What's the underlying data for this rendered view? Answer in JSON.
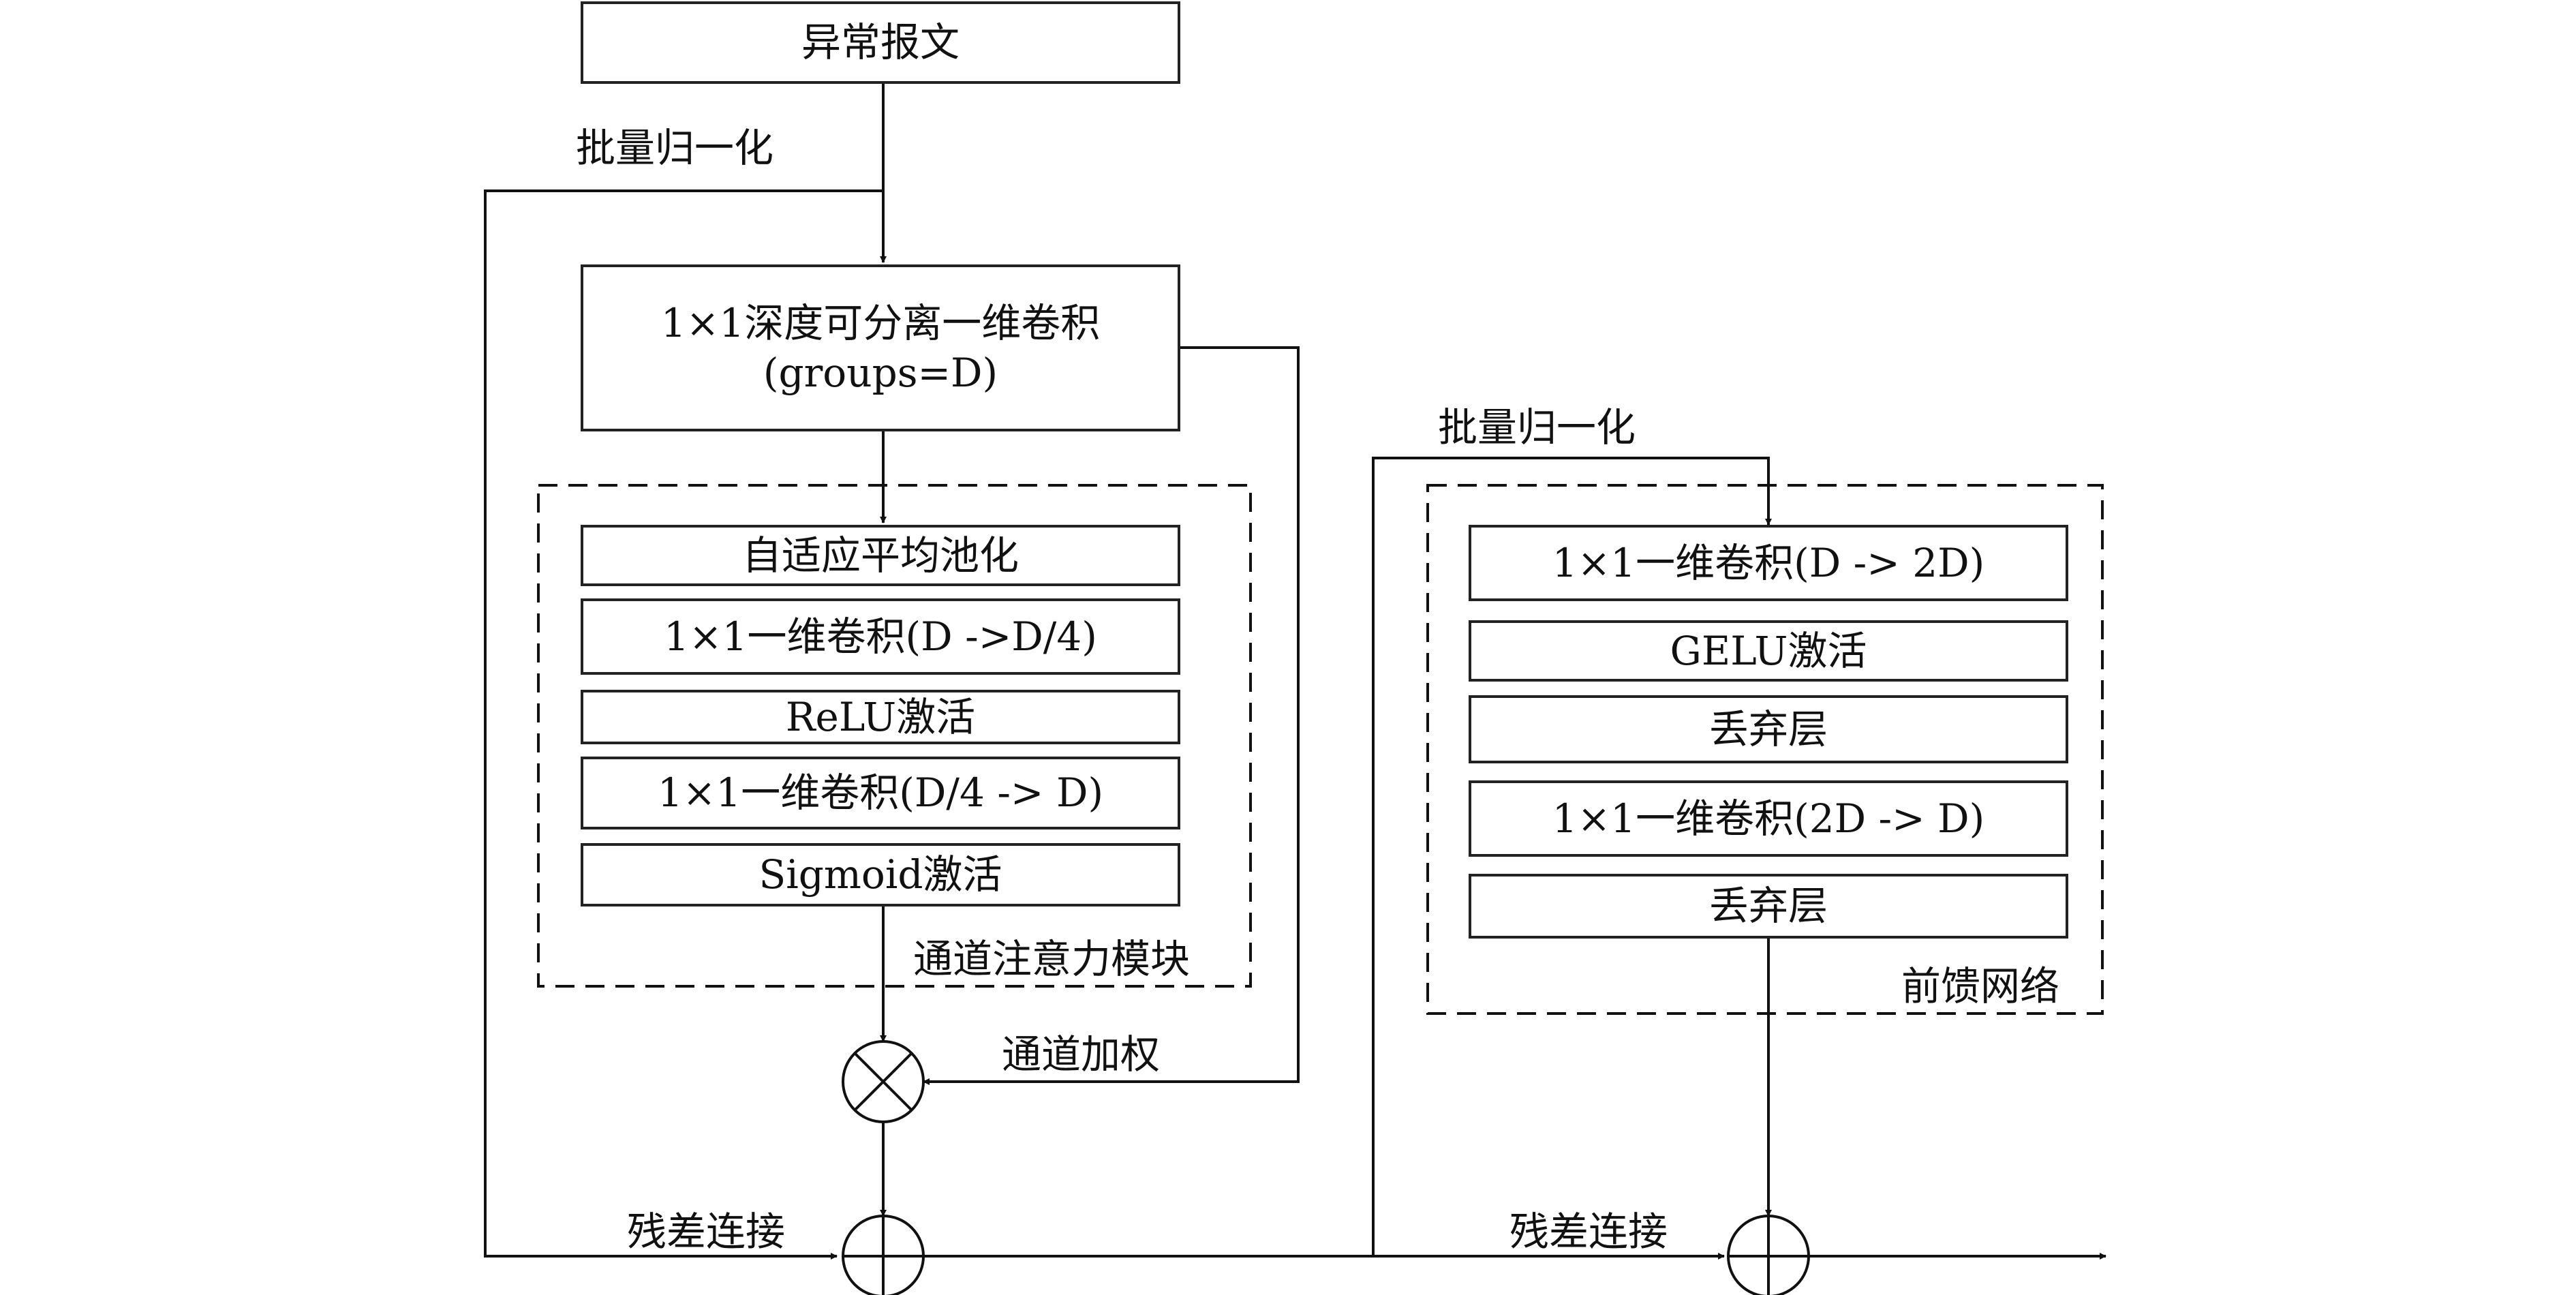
{
  "input_box": "异常报文",
  "bn_label_1": "批量归一化",
  "dwconv": {
    "line1": "1×1深度可分离一维卷积",
    "line2": "(groups=D)"
  },
  "attention": {
    "title": "通道注意力模块",
    "layers": [
      "自适应平均池化",
      "1×1一维卷积(D ->D/4)",
      "ReLU激活",
      "1×1一维卷积(D/4 -> D)",
      "Sigmoid激活"
    ]
  },
  "channel_weight_label": "通道加权",
  "residual_label_1": "残差连接",
  "bn_label_2": "批量归一化",
  "ffn": {
    "title": "前馈网络",
    "layers": [
      "1×1一维卷积(D -> 2D)",
      "GELU激活",
      "丢弃层",
      "1×1一维卷积(2D -> D)",
      "丢弃层"
    ]
  },
  "residual_label_2": "残差连接",
  "operators": {
    "multiply": "⊗",
    "add": "⊕"
  }
}
